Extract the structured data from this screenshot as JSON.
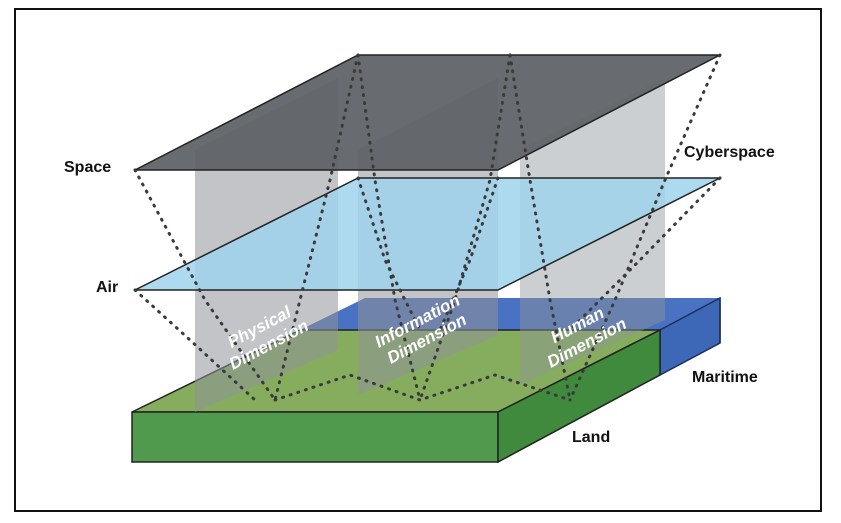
{
  "labels": {
    "space": "Space",
    "air": "Air",
    "cyberspace": "Cyberspace",
    "maritime": "Maritime",
    "land": "Land"
  },
  "dimensions": {
    "physical": {
      "line1": "Physical",
      "line2": "Dimension"
    },
    "information": {
      "line1": "Information",
      "line2": "Dimension"
    },
    "human": {
      "line1": "Human",
      "line2": "Dimension"
    }
  },
  "colors": {
    "space_plane": "#5c6165",
    "air_plane": "#9fd3ec",
    "land_top": "#86ad5e",
    "land_side": "#4f9a4c",
    "maritime_top": "#4a72c2",
    "maritime_side": "#3d68b8",
    "dimension_band": "#8f9499"
  }
}
